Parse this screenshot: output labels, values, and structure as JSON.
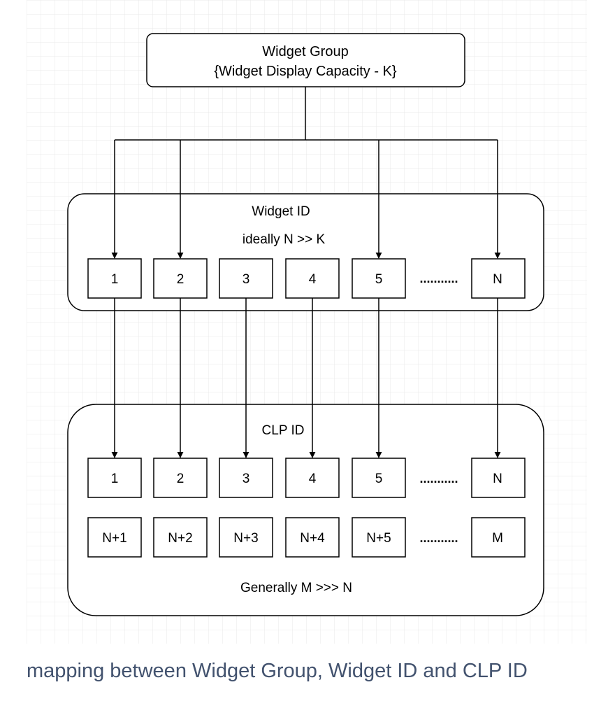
{
  "diagram": {
    "group": {
      "line1": "Widget Group",
      "line2": "{Widget Display Capacity - K}"
    },
    "widget_container": {
      "title": "Widget ID",
      "subtitle": "ideally N >> K",
      "items": [
        "1",
        "2",
        "3",
        "4",
        "5",
        "N"
      ],
      "ellipsis": "..........."
    },
    "clp_container": {
      "title": "CLP ID",
      "row1": [
        "1",
        "2",
        "3",
        "4",
        "5",
        "N"
      ],
      "row2": [
        "N+1",
        "N+2",
        "N+3",
        "N+4",
        "N+5",
        "M"
      ],
      "ellipsis": "...........",
      "footer": "Generally M >>> N"
    },
    "colors": {
      "grid": "#e6e6e6",
      "stroke": "#000000",
      "caption": "#42526e"
    }
  },
  "caption": "mapping between Widget Group, Widget ID and CLP ID"
}
